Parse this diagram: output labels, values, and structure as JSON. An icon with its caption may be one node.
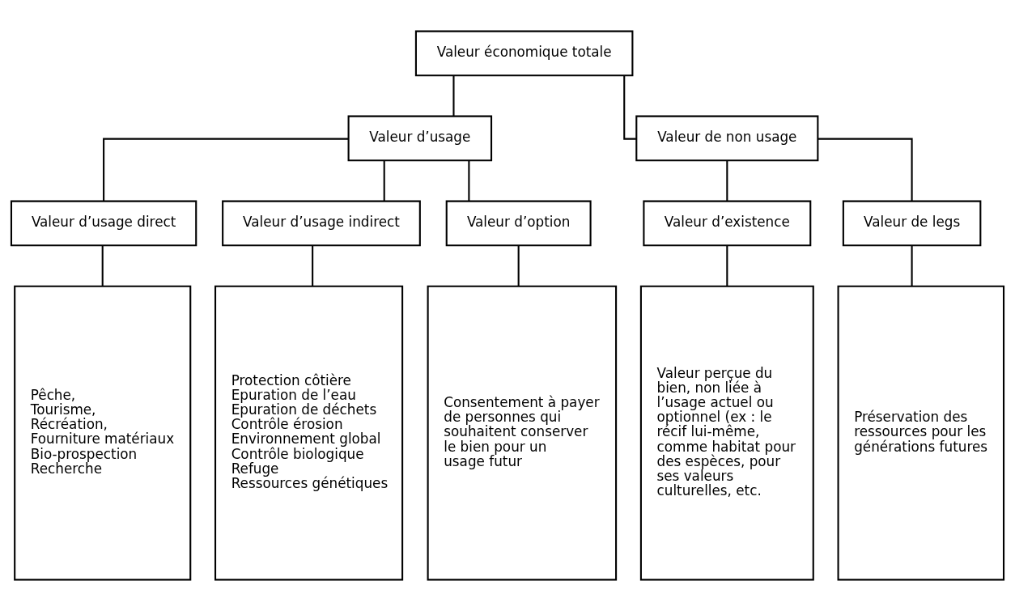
{
  "diagram": {
    "nodes": [
      {
        "text": [
          "Valeur économique totale"
        ]
      },
      {
        "text": [
          "Valeur d’usage"
        ]
      },
      {
        "text": [
          "Valeur de non usage"
        ]
      },
      {
        "text": [
          "Valeur d’usage direct"
        ]
      },
      {
        "text": [
          "Valeur d’usage indirect"
        ]
      },
      {
        "text": [
          "Valeur d’option"
        ]
      },
      {
        "text": [
          "Valeur d’existence"
        ]
      },
      {
        "text": [
          "Valeur de legs"
        ]
      },
      {
        "text": [
          "Pêche,",
          "Tourisme,",
          "Récréation,",
          "Fourniture matériaux",
          "Bio-prospection",
          "Recherche"
        ]
      },
      {
        "text": [
          "Protection côtière",
          "Epuration de l’eau",
          "Epuration de déchets",
          "Contrôle érosion",
          "Environnement global",
          "Contrôle biologique",
          "Refuge",
          "Ressources génétiques"
        ]
      },
      {
        "text": [
          "Consentement à payer de personnes qui souhaitent conserver le bien pour un usage futur"
        ]
      },
      {
        "text": [
          "Valeur perçue du bien, non liée à l’usage actuel ou optionnel (ex : le récif lui-même, comme habitat pour des espèces, pour ses valeurs culturelles, etc."
        ]
      },
      {
        "text": [
          "Préservation des ressources pour les générations futures"
        ]
      }
    ],
    "edges": [
      {
        "from": 0,
        "to": 1,
        "arrow": "none"
      },
      {
        "from": 0,
        "to": 2,
        "arrow": "none"
      },
      {
        "from": 1,
        "to": 3,
        "arrow": "none"
      },
      {
        "from": 1,
        "to": 4,
        "arrow": "none"
      },
      {
        "from": 1,
        "to": 5,
        "arrow": "none"
      },
      {
        "from": 2,
        "to": 6,
        "arrow": "none"
      },
      {
        "from": 2,
        "to": 7,
        "arrow": "none"
      },
      {
        "from": 3,
        "to": 8,
        "arrow": "none"
      },
      {
        "from": 4,
        "to": 9,
        "arrow": "none"
      },
      {
        "from": 5,
        "to": 10,
        "arrow": "none"
      },
      {
        "from": 6,
        "to": 11,
        "arrow": "none"
      },
      {
        "from": 7,
        "to": 12,
        "arrow": "none"
      }
    ]
  }
}
